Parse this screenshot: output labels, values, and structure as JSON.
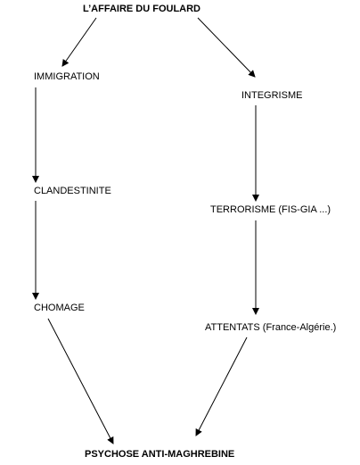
{
  "nodes": {
    "title": "L’AFFAIRE  DU FOULARD",
    "immigration": "IMMIGRATION",
    "integrisme": "INTEGRISME",
    "clandestinite": "CLANDESTINITE",
    "terrorisme": "TERRORISME  (FIS-GIA ...)",
    "chomage": "CHOMAGE",
    "attentats": "ATTENTATS (France-Algérie.)",
    "psychose": "PSYCHOSE ANTI-MAGHREBINE"
  },
  "colors": {
    "line": "#000000",
    "text": "#000000",
    "background": "#ffffff"
  }
}
